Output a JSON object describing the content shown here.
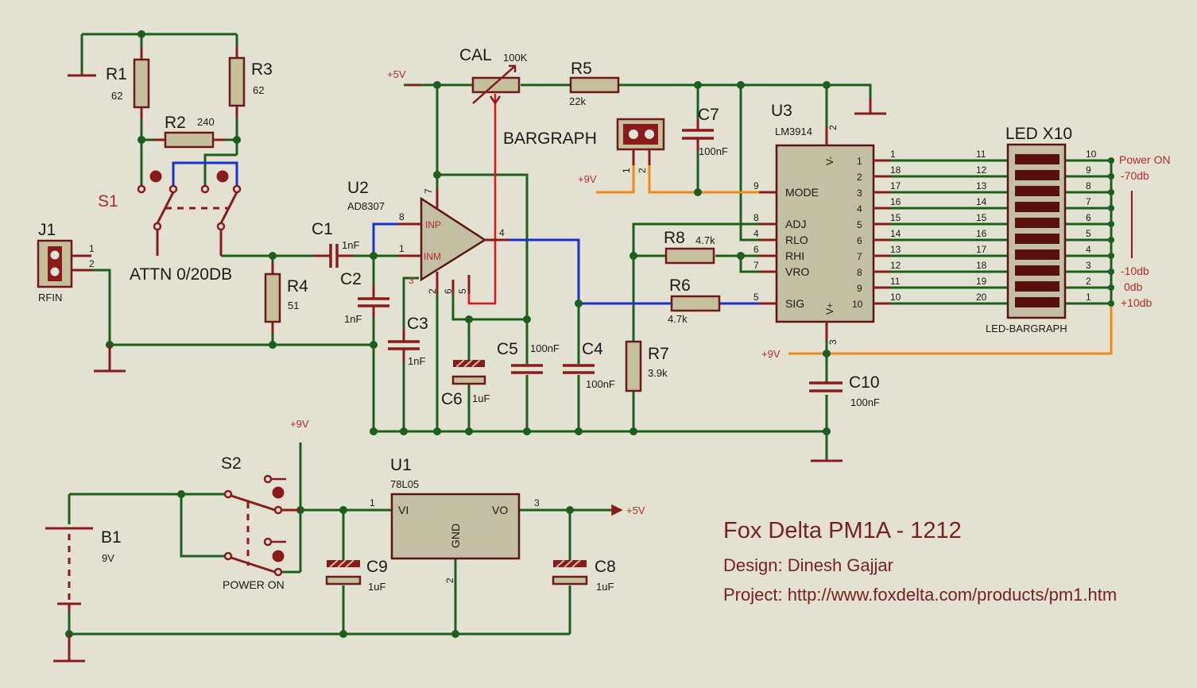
{
  "components": {
    "R1": {
      "ref": "R1",
      "value": "62"
    },
    "R2": {
      "ref": "R2",
      "value": "240"
    },
    "R3": {
      "ref": "R3",
      "value": "62"
    },
    "R4": {
      "ref": "R4",
      "value": "51"
    },
    "R5": {
      "ref": "R5",
      "value": "22k"
    },
    "R6": {
      "ref": "R6",
      "value": "4.7k"
    },
    "R7": {
      "ref": "R7",
      "value": "3.9k"
    },
    "R8": {
      "ref": "R8",
      "value": "4.7k"
    },
    "CAL": {
      "ref": "CAL",
      "value": "100K"
    },
    "C1": {
      "ref": "C1",
      "value": "1nF"
    },
    "C2": {
      "ref": "C2",
      "value": "1nF"
    },
    "C3": {
      "ref": "C3",
      "value": "1nF"
    },
    "C4": {
      "ref": "C4",
      "value": "100nF"
    },
    "C5": {
      "ref": "C5",
      "value": "100nF"
    },
    "C6": {
      "ref": "C6",
      "value": "1uF"
    },
    "C7": {
      "ref": "C7",
      "value": "100nF"
    },
    "C8": {
      "ref": "C8",
      "value": "1uF"
    },
    "C9": {
      "ref": "C9",
      "value": "1uF"
    },
    "C10": {
      "ref": "C10",
      "value": "100nF"
    },
    "U1": {
      "ref": "U1",
      "part": "78L05",
      "pin_vi": "VI",
      "pin_vo": "VO",
      "pin_gnd": "GND"
    },
    "U2": {
      "ref": "U2",
      "part": "AD8307",
      "pin_inp": "INP",
      "pin_inm": "INM"
    },
    "U3": {
      "ref": "U3",
      "part": "LM3914",
      "pin_mode": "MODE",
      "pin_adj": "ADJ",
      "pin_rlo": "RLO",
      "pin_rhi": "RHI",
      "pin_vro": "VRO",
      "pin_sig": "SIG",
      "pin_vminus": "V-",
      "pin_vplus": "V+"
    },
    "J1": {
      "ref": "J1",
      "label": "RFIN"
    },
    "S1": {
      "ref": "S1",
      "label": "ATTN 0/20DB"
    },
    "S2": {
      "ref": "S2",
      "label": "POWER ON"
    },
    "B1": {
      "ref": "B1",
      "value": "9V"
    },
    "BARGRAPH": {
      "label": "BARGRAPH"
    },
    "LED": {
      "ref": "LED X10",
      "part": "LED-BARGRAPH"
    }
  },
  "nets": {
    "vcc5": "+5V",
    "vcc9": "+9V"
  },
  "pin_numbers": {
    "one": "1",
    "two": "2",
    "three": "3",
    "four": "4",
    "five": "5",
    "six": "6",
    "seven": "7",
    "eight": "8",
    "nine": "9",
    "ten": "10"
  },
  "u3_to_led": {
    "left": [
      "1",
      "18",
      "17",
      "16",
      "15",
      "14",
      "13",
      "12",
      "11",
      "10"
    ],
    "right": [
      "11",
      "12",
      "13",
      "14",
      "15",
      "16",
      "17",
      "18",
      "19",
      "20"
    ],
    "led_right": [
      "10",
      "9",
      "8",
      "7",
      "6",
      "5",
      "4",
      "3",
      "2",
      "1"
    ]
  },
  "scale": {
    "power_on": "Power ON",
    "minus70": "-70db",
    "minus10": "-10db",
    "zero": "0db",
    "plus10": "+10db"
  },
  "title_block": {
    "title": "Fox Delta PM1A - 1212",
    "design": "Design: Dinesh Gajjar",
    "project": "Project: http://www.foxdelta.com/products/pm1.htm"
  },
  "colors": {
    "wire": "#1c5f1c",
    "signal_wire": "#1a2fd0",
    "power_wire_9v": "#f08a13",
    "cal_wire": "#e0141e",
    "component": "#8a1b1b",
    "background": "#e3e1d1"
  }
}
